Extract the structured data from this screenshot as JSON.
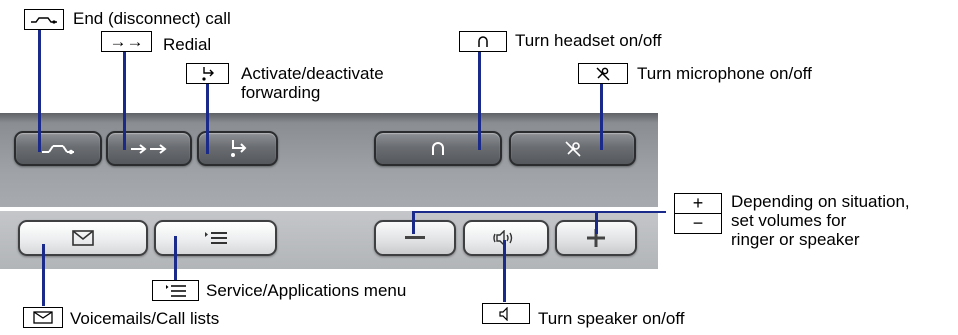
{
  "callouts": {
    "end_call": "End (disconnect) call",
    "redial": "Redial",
    "forwarding": "Activate/deactivate forwarding",
    "headset": "Turn headset on/off",
    "microphone": "Turn microphone on/off",
    "volume": "Depending on situation, set volumes for ringer or speaker",
    "volume_line1": "Depending on situation,",
    "volume_line2": "set volumes for",
    "volume_line3": "ringer or speaker",
    "service_menu": "Service/Applications menu",
    "voicemail": "Voicemails/Call lists",
    "speaker": "Turn speaker on/off"
  },
  "keys": {
    "redial_key": "→→",
    "plus_key": "+",
    "minus_key": "−"
  },
  "icons": {
    "end_call": "handset-disconnect-icon",
    "redial": "double-arrow-icon",
    "forwarding": "forward-arrow-icon",
    "headset": "headset-icon",
    "microphone": "microphone-muted-icon",
    "volume_plus": "plus-icon",
    "volume_minus": "minus-icon",
    "speaker": "speaker-icon",
    "service_menu": "menu-list-icon",
    "voicemail": "envelope-icon"
  },
  "colors": {
    "callout_line": "#1a2a8a",
    "panel_dark": "#8a8e92",
    "panel_light": "#c4c6c9"
  }
}
